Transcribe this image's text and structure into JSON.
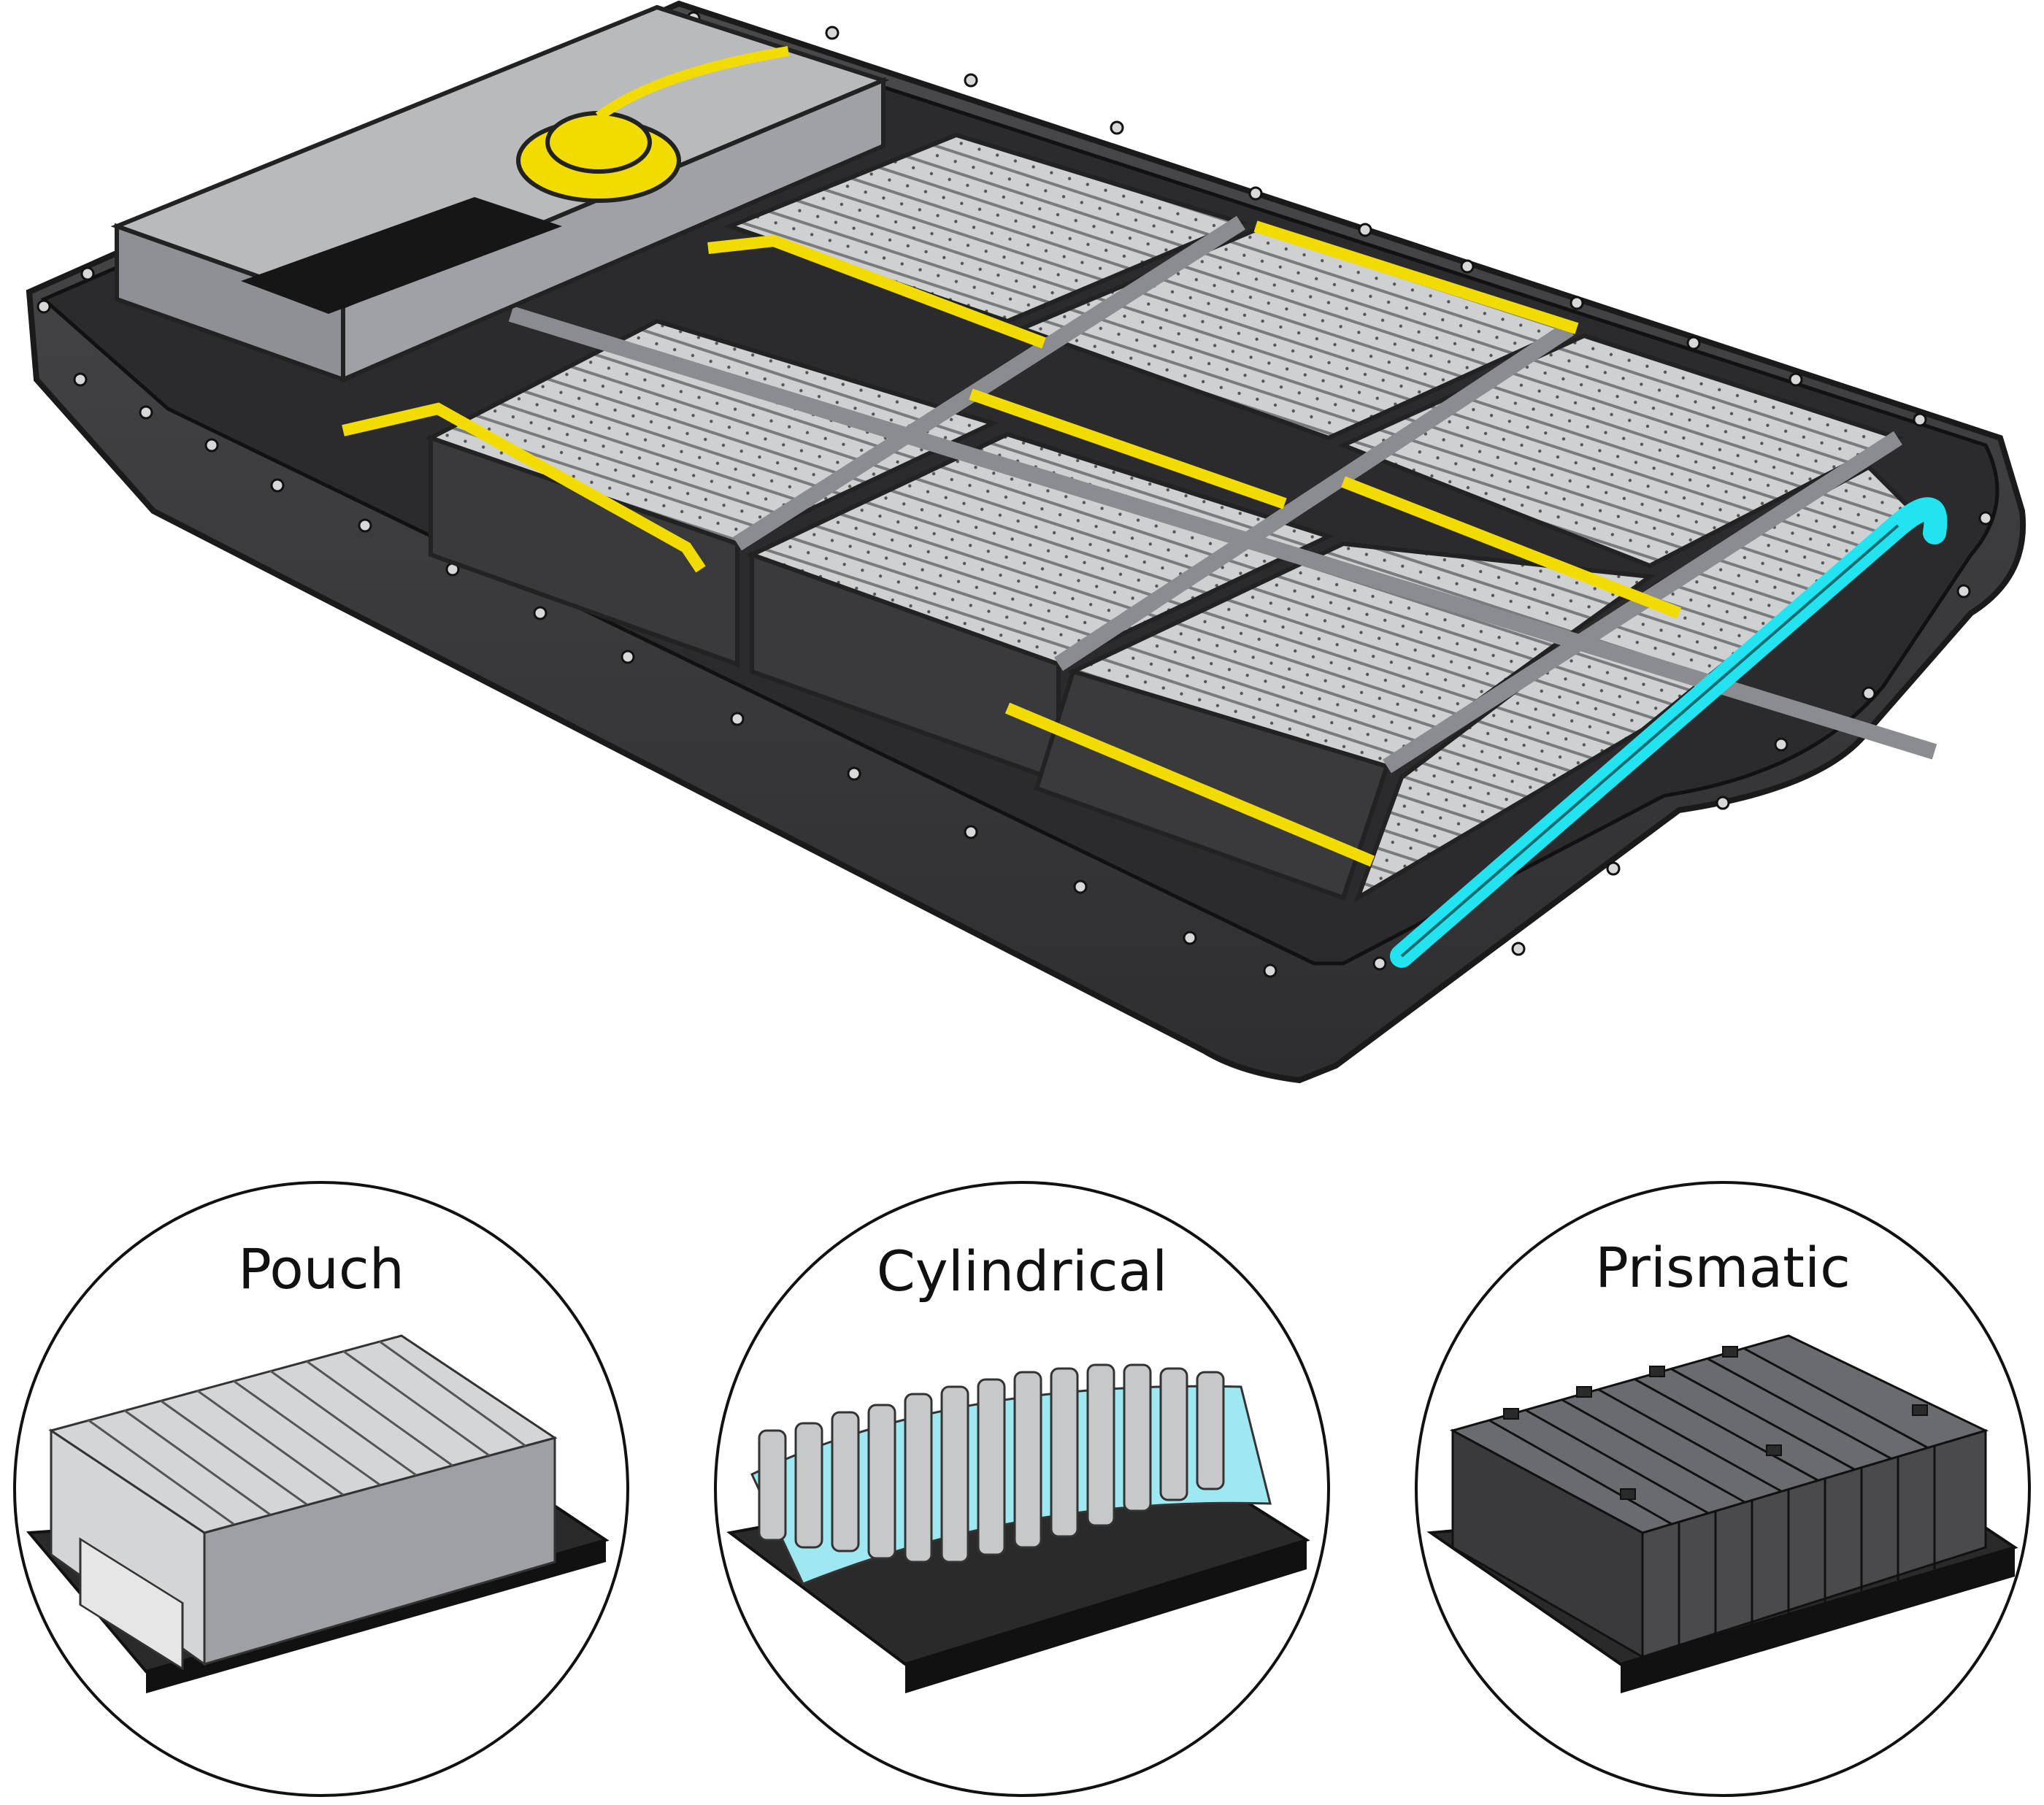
{
  "cell_types": [
    {
      "label": "Pouch",
      "icon": "pouch-cell-module-icon"
    },
    {
      "label": "Cylindrical",
      "icon": "cylindrical-cell-module-icon"
    },
    {
      "label": "Prismatic",
      "icon": "prismatic-cell-module-icon"
    }
  ],
  "colors": {
    "tray": "#3d3d40",
    "tray_rim": "#2a2a2c",
    "cells": "#c9cacc",
    "busbar": "#f2dc00",
    "coolant": "#22e4f0",
    "bms_box": "#b9babc"
  }
}
